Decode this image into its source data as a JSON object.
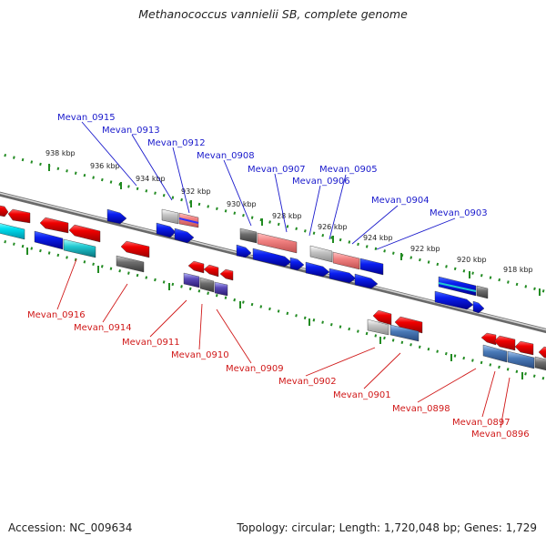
{
  "title": "Methanococcus vannielii SB, complete genome",
  "accession": "Accession: NC_009634",
  "summary": "Topology: circular; Length: 1,720,048 bp; Genes: 1,729",
  "ticks": [
    "938 kbp",
    "936 kbp",
    "934 kbp",
    "932 kbp",
    "930 kbp",
    "928 kbp",
    "926 kbp",
    "924 kbp",
    "922 kbp",
    "920 kbp",
    "918 kbp"
  ],
  "top_genes": [
    "Mevan_0915",
    "Mevan_0913",
    "Mevan_0912",
    "Mevan_0908",
    "Mevan_0907",
    "Mevan_0906",
    "Mevan_0905",
    "Mevan_0904",
    "Mevan_0903"
  ],
  "bottom_genes": [
    "Mevan_0916",
    "Mevan_0914",
    "Mevan_0911",
    "Mevan_0910",
    "Mevan_0909",
    "Mevan_0902",
    "Mevan_0901",
    "Mevan_0898",
    "Mevan_0897",
    "Mevan_0896"
  ],
  "colors": {
    "forward_strand": "#0000ee",
    "reverse_strand": "#ee0000",
    "backbone": "#8a8a8a",
    "ruler_dots": "#228b22",
    "top_label": "#1a1acc",
    "bottom_label": "#d01818"
  }
}
